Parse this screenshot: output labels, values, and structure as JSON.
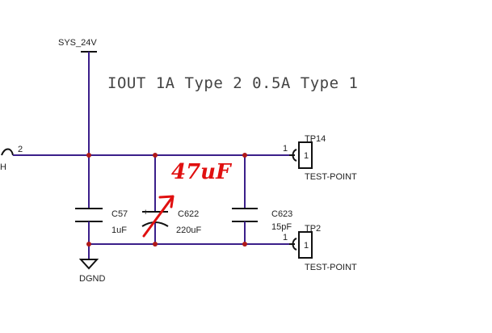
{
  "net_labels": {
    "power": "SYS_24V",
    "ground": "DGND",
    "left_partial": "H",
    "left_pin": "2"
  },
  "note": "IOUT 1A Type 2 0.5A Type 1",
  "components": {
    "c57": {
      "ref": "C57",
      "value": "1uF"
    },
    "c622": {
      "ref": "C622",
      "value": "220uF",
      "polarity": "+"
    },
    "c623": {
      "ref": "C623",
      "value": "15pF"
    },
    "tp14": {
      "ref": "TP14",
      "pin": "1",
      "body_pin": "1",
      "type": "TEST-POINT"
    },
    "tp2": {
      "ref": "TP2",
      "pin": "1",
      "body_pin": "1",
      "type": "TEST-POINT"
    }
  },
  "handwritten": {
    "text": "47uF",
    "color": "#e01010"
  },
  "colors": {
    "wire": "#3b1f8a",
    "junction": "#b01818",
    "markup": "#e01010"
  }
}
